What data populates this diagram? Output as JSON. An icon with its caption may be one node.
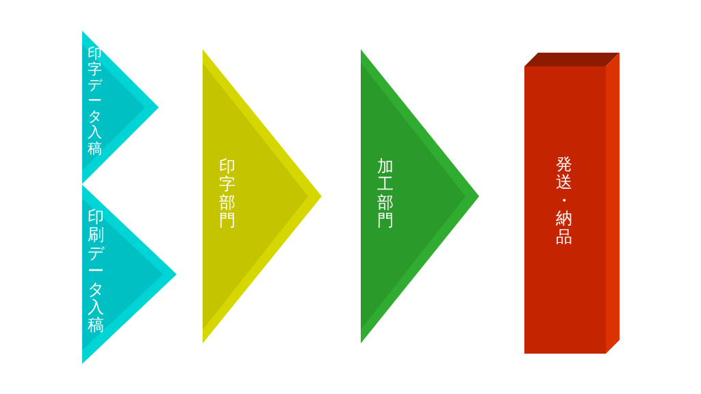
{
  "diagram": {
    "nodes": [
      {
        "text": [
          "印字データ入稿"
        ]
      },
      {
        "text": [
          "印刷データ入稿"
        ]
      },
      {
        "text": [
          "印字部門"
        ]
      },
      {
        "text": [
          "加工部門"
        ]
      },
      {
        "text": [
          "発送・納品"
        ]
      }
    ]
  }
}
